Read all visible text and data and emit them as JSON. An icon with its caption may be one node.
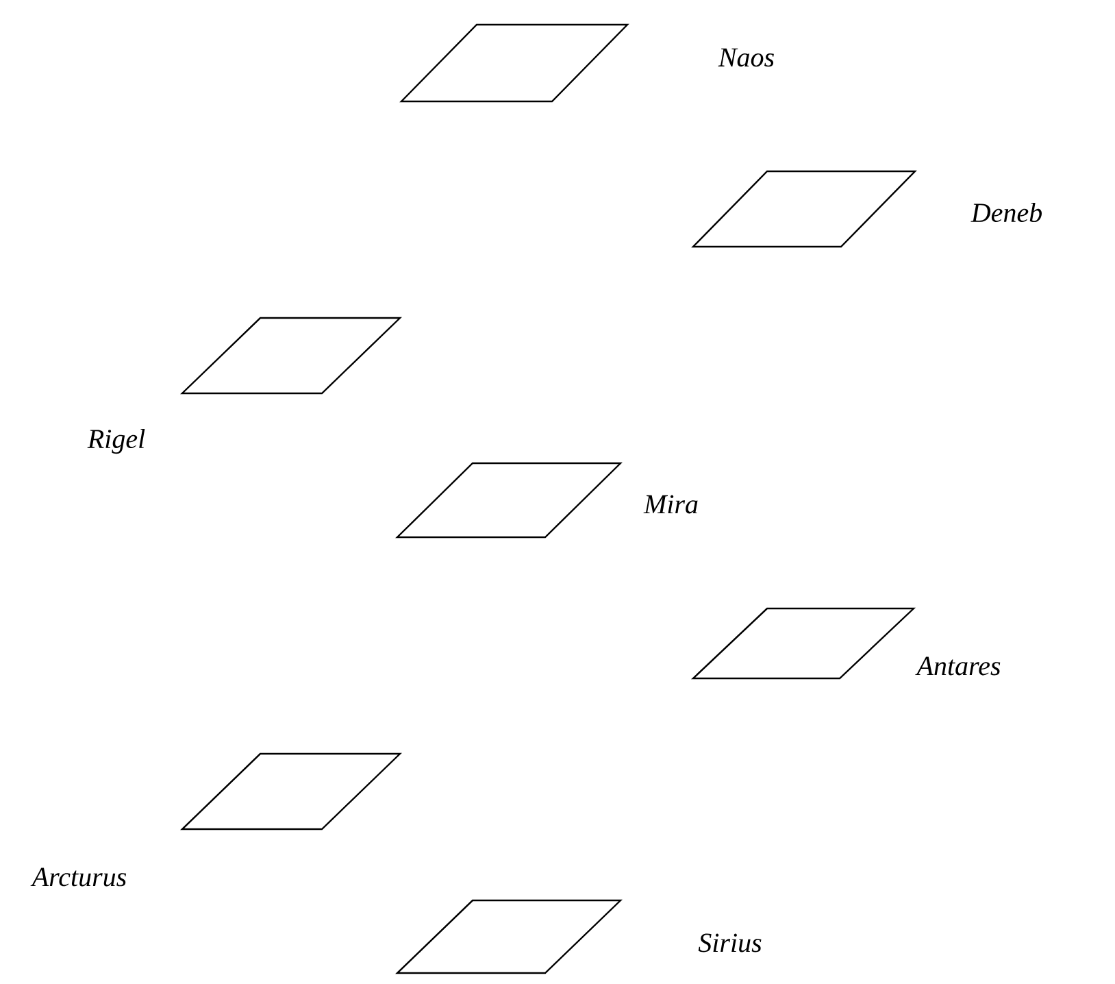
{
  "diagram": {
    "nodes": [
      {
        "text": [
          "Naos"
        ]
      },
      {
        "text": [
          "Deneb"
        ]
      },
      {
        "text": [
          "Rigel"
        ]
      },
      {
        "text": [
          "Mira"
        ]
      },
      {
        "text": [
          "Antares"
        ]
      },
      {
        "text": [
          "Arcturus"
        ]
      },
      {
        "text": [
          "Sirius"
        ]
      }
    ]
  }
}
